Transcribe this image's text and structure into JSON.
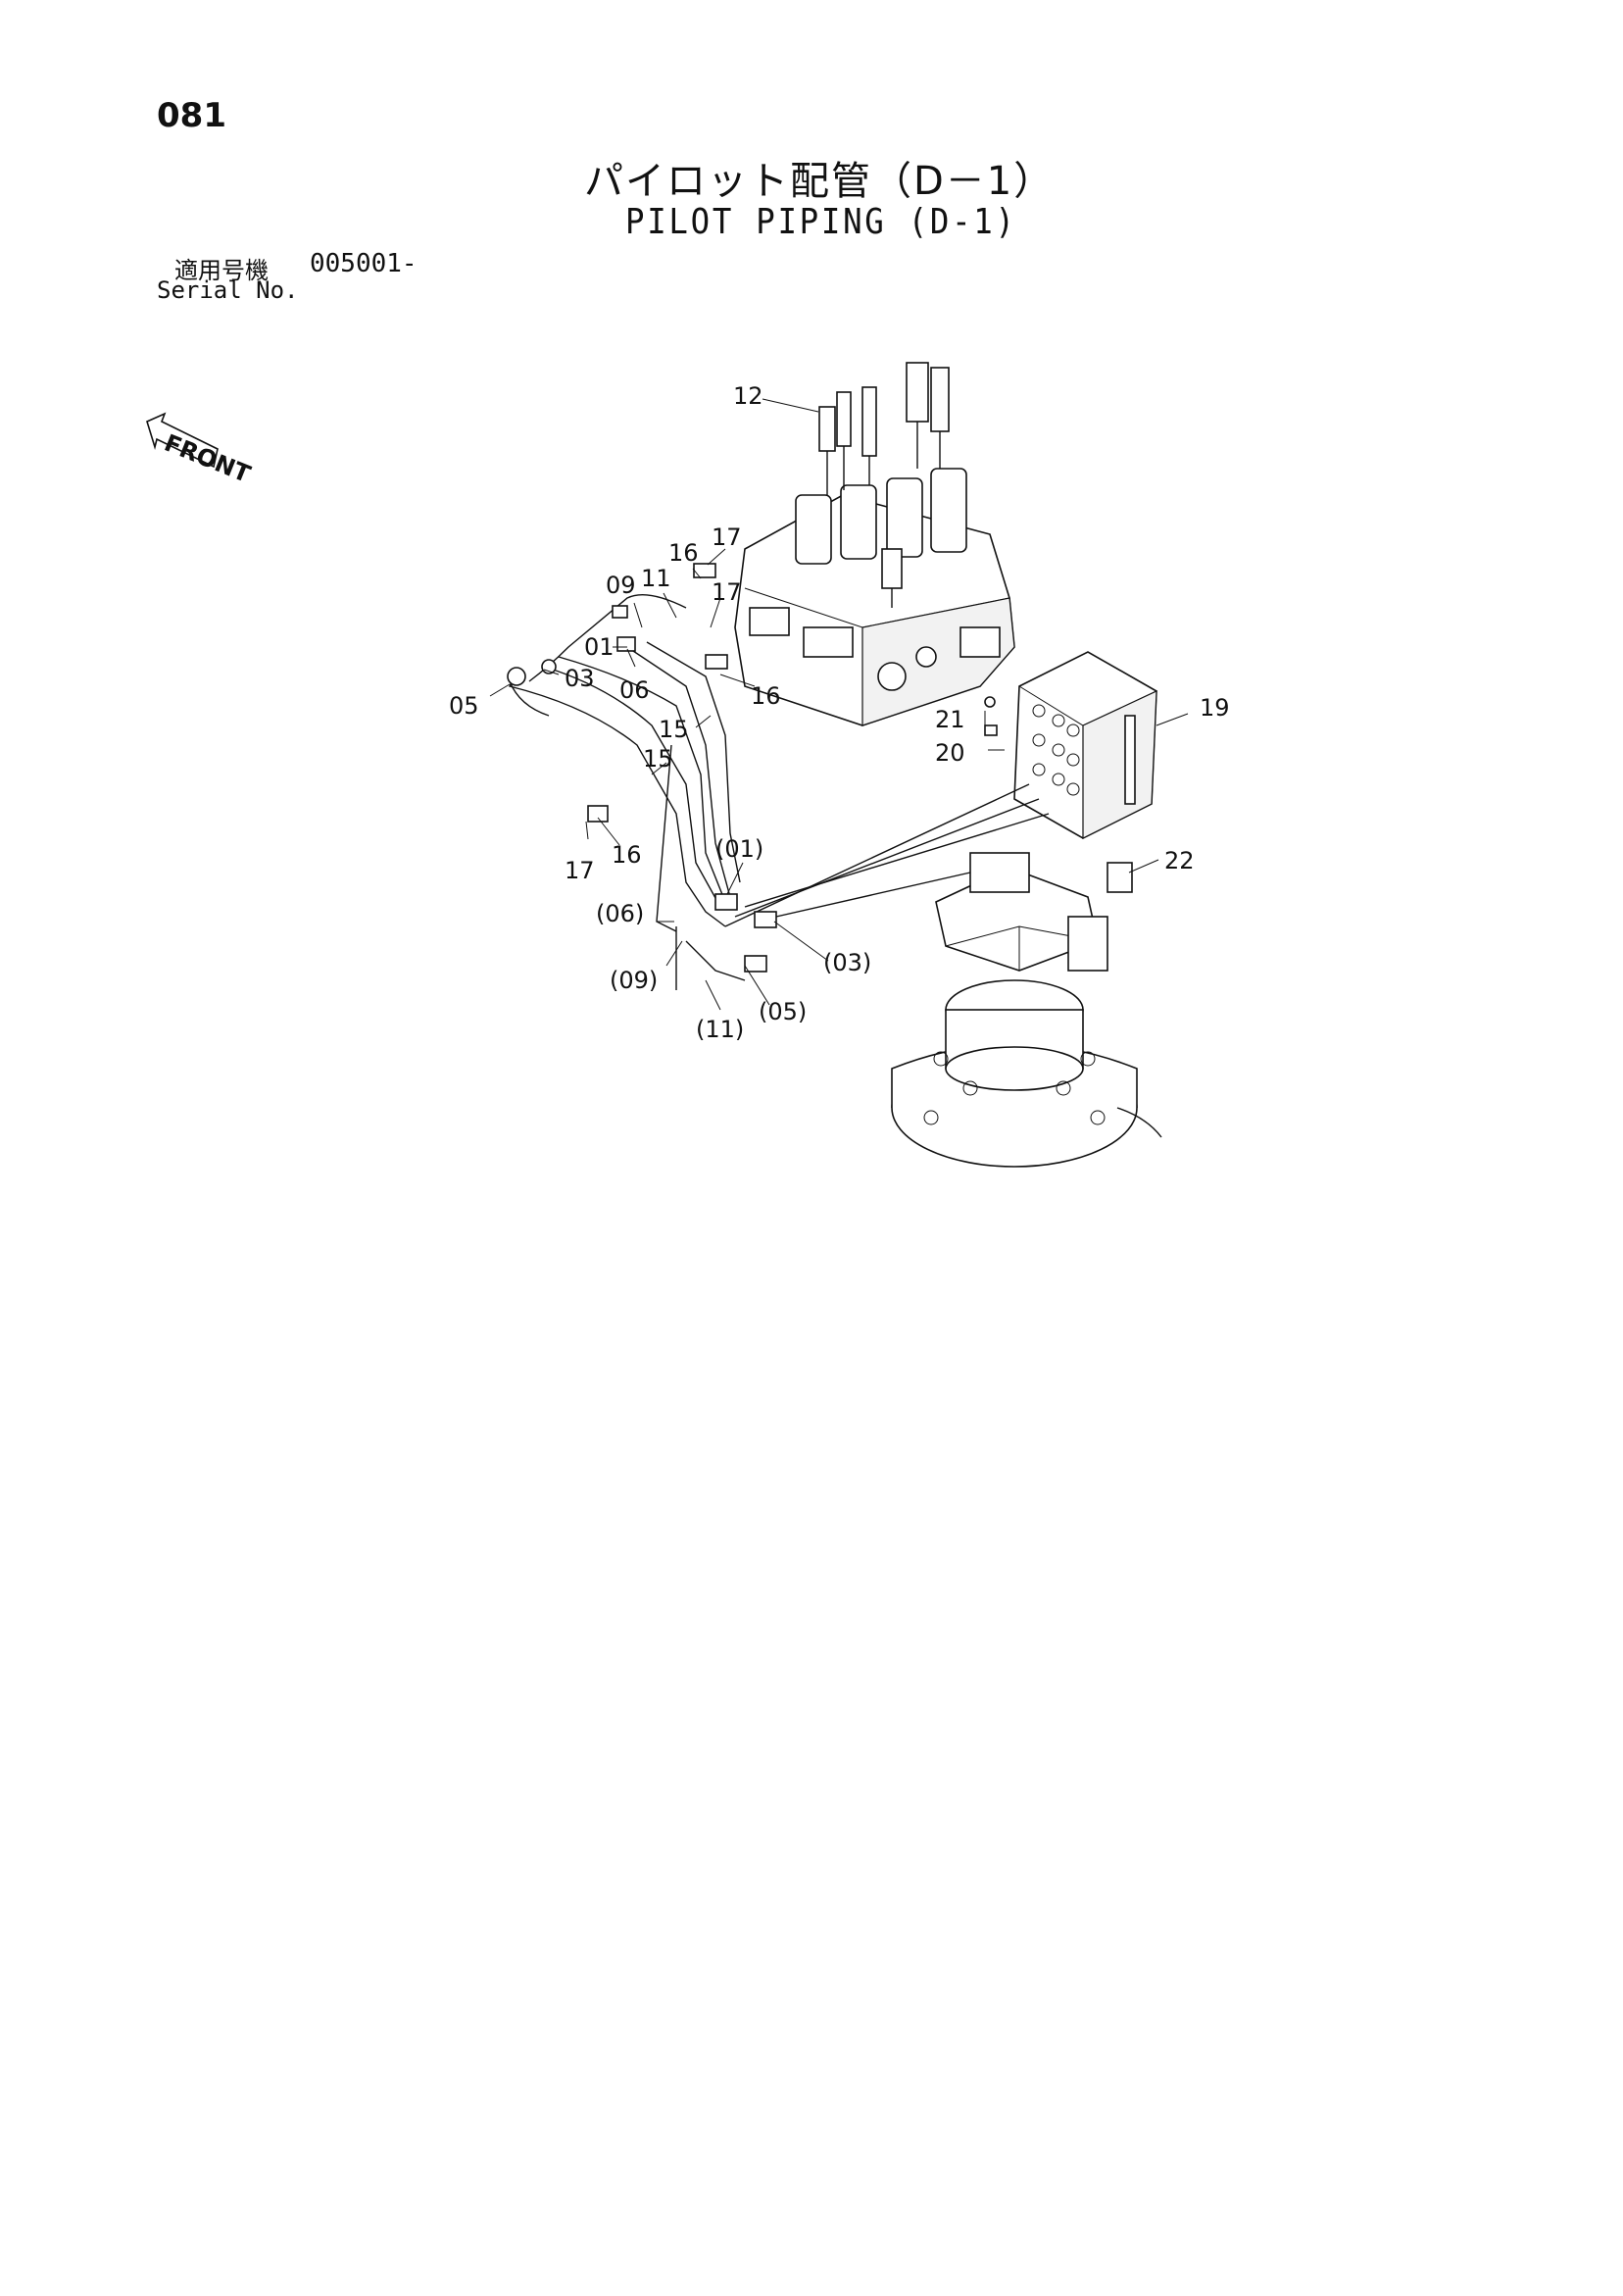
{
  "page": {
    "number": "081",
    "title_jp": "パイロット配管（D－1）",
    "title_en": "PILOT PIPING (D-1)",
    "serial_label_jp": "適用号機",
    "serial_value": "005001-",
    "serial_label_en": "Serial No."
  },
  "front_marker": "FRONT",
  "callouts": {
    "c12": "12",
    "c09": "09",
    "c11": "11",
    "c16a": "16",
    "c17a": "17",
    "c17b": "17",
    "c01": "01",
    "c03": "03",
    "c06": "06",
    "c05": "05",
    "c16b": "16",
    "c15a": "15",
    "c15b": "15",
    "c17c": "17",
    "c16c": "16",
    "c01p": "(01)",
    "c06p": "(06)",
    "c09p": "(09)",
    "c03p": "(03)",
    "c05p": "(05)",
    "c11p": "(11)",
    "c21": "21",
    "c20": "20",
    "c19": "19",
    "c22": "22"
  }
}
